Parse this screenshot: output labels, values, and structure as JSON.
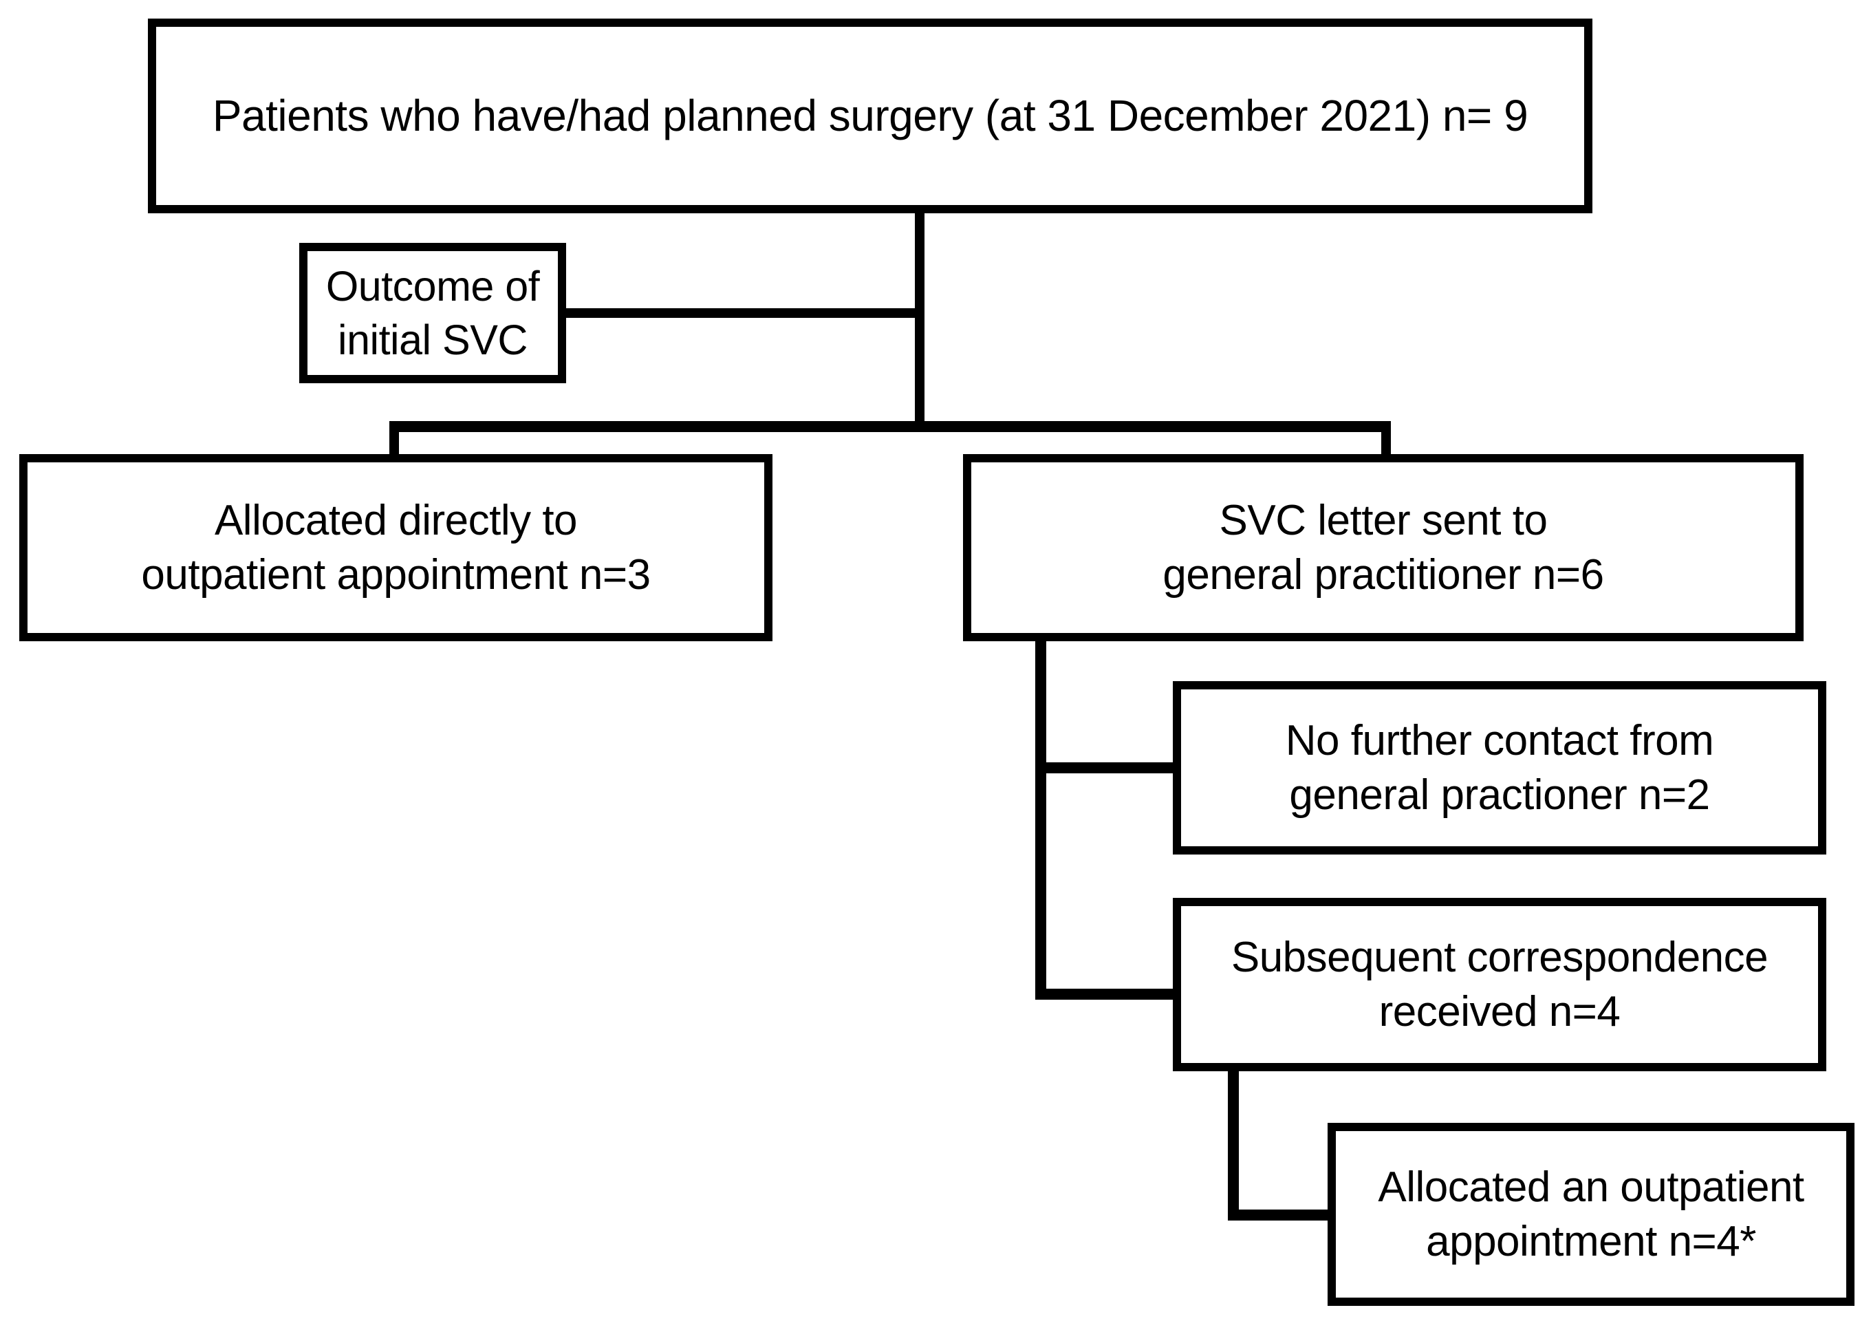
{
  "figure": {
    "type": "flowchart",
    "orientation": "top-down",
    "background_color": "#ffffff",
    "line_color": "#000000",
    "text_color": "#000000"
  },
  "nodes": {
    "root": {
      "id": "root",
      "label": "Patients who have/had planned surgery (at 31 December 2021) n= 9",
      "n": 9
    },
    "outcome": {
      "id": "outcome",
      "label": "Outcome of initial SVC"
    },
    "direct": {
      "id": "direct",
      "label": "Allocated directly to\noutpatient appointment n=3",
      "n": 3
    },
    "letter": {
      "id": "letter",
      "label": "SVC letter sent to\ngeneral practitioner n=6",
      "n": 6
    },
    "nocontact": {
      "id": "nocontact",
      "label": "No further contact from\ngeneral practioner n=2",
      "n": 2
    },
    "subsequent": {
      "id": "subsequent",
      "label": "Subsequent correspondence\nreceived n=4",
      "n": 4
    },
    "allocated": {
      "id": "allocated",
      "label": "Allocated an outpatient\nappointment n=4*",
      "n": 4,
      "footnote_marker": "*"
    }
  },
  "edges": [
    {
      "from": "root",
      "to": "split"
    },
    {
      "from": "outcome",
      "to": "trunk"
    },
    {
      "from": "split",
      "to": "direct"
    },
    {
      "from": "split",
      "to": "letter"
    },
    {
      "from": "letter",
      "to": "nocontact"
    },
    {
      "from": "letter",
      "to": "subsequent"
    },
    {
      "from": "subsequent",
      "to": "allocated"
    }
  ]
}
